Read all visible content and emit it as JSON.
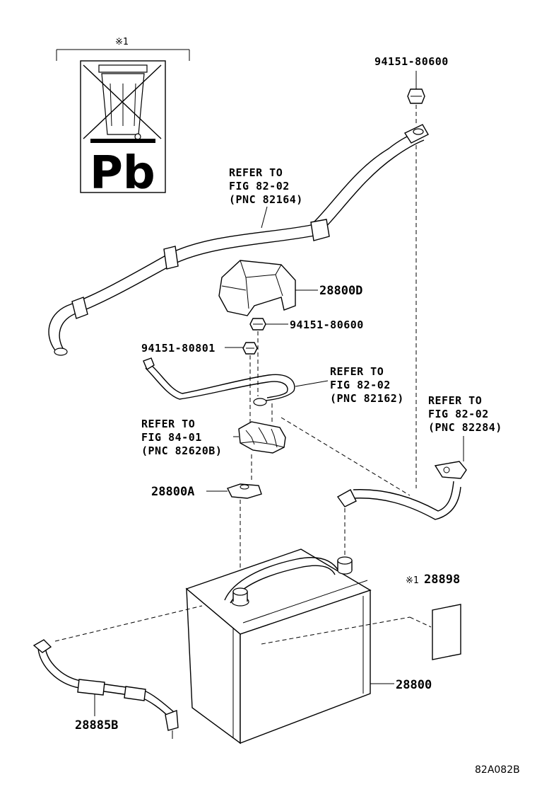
{
  "symbol": {
    "marker": "※1",
    "chemical": "Pb"
  },
  "labels": {
    "nut_top": "94151-80600",
    "refer_main_1": "REFER TO",
    "refer_main_2": "FIG 82-02",
    "refer_main_3": "(PNC 82164)",
    "cover": "28800D",
    "nut_mid": "94151-80600",
    "bolt": "94151-80801",
    "refer_ground_1": "REFER TO",
    "refer_ground_2": "FIG 82-02",
    "refer_ground_3": "(PNC 82162)",
    "refer_right_1": "REFER TO",
    "refer_right_2": "FIG 82-02",
    "refer_right_3": "(PNC 82284)",
    "refer_block_1": "REFER TO",
    "refer_block_2": "FIG 84-01",
    "refer_block_3": "(PNC 82620B)",
    "clamp": "28800A",
    "label_marker": "※1",
    "label_part": "28898",
    "battery": "28800",
    "vent_hose": "28885B",
    "figure_code": "82A082B"
  }
}
